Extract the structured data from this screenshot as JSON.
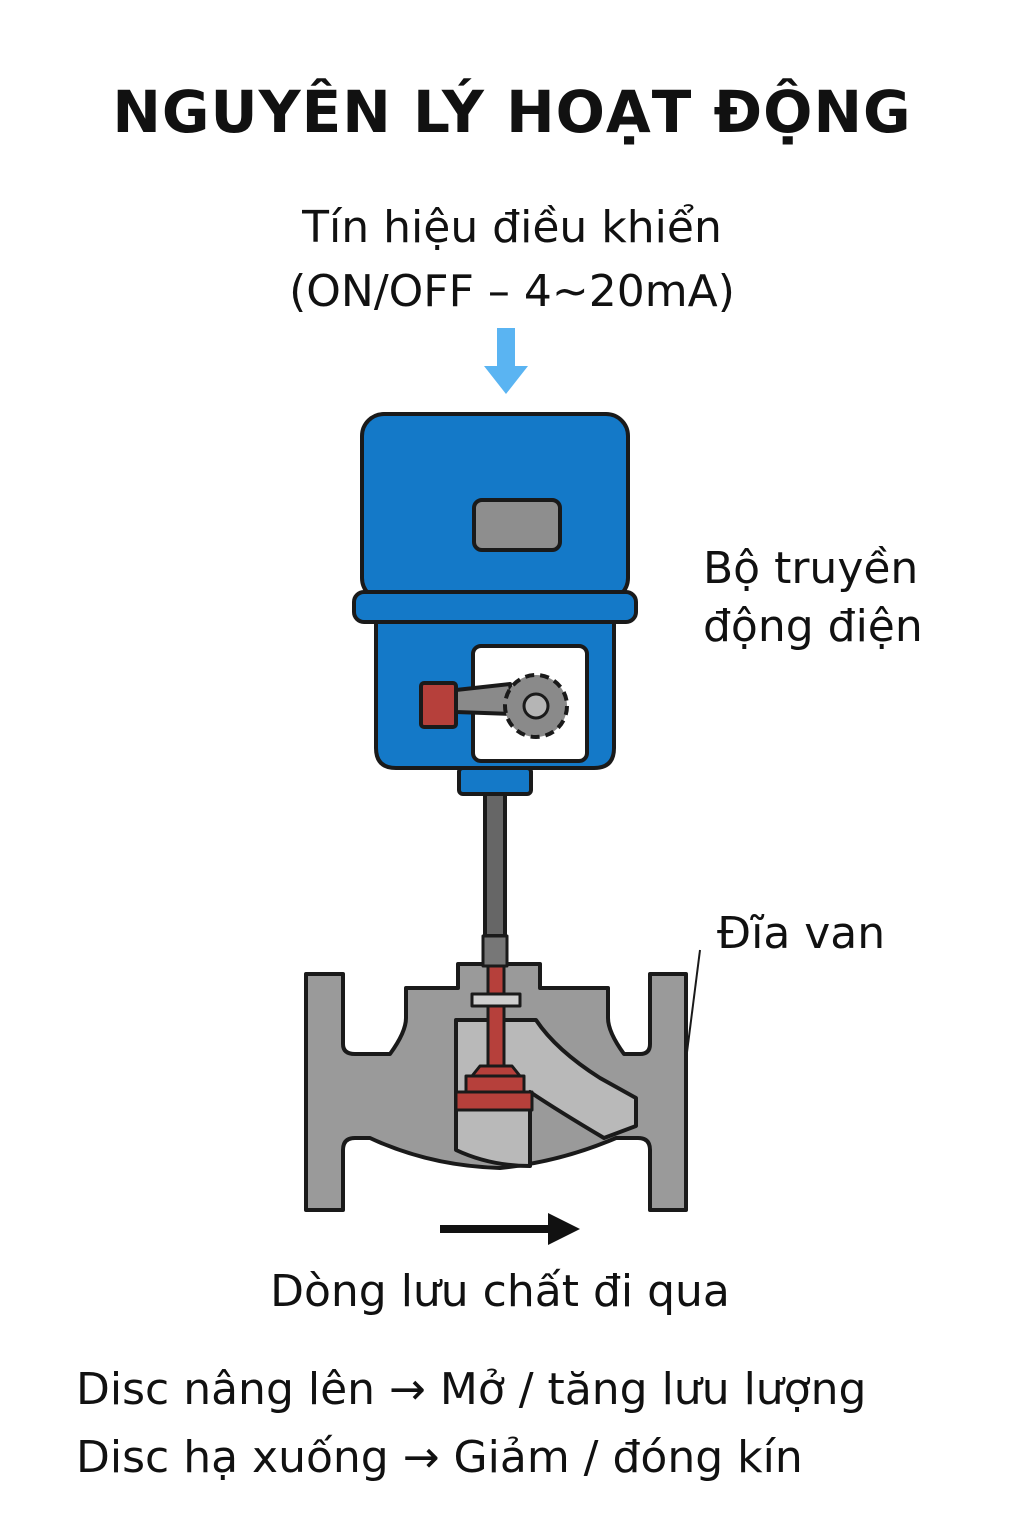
{
  "title": "NGUYÊN LÝ HOẠT ĐỘNG",
  "signal": {
    "line1": "Tín hiệu điều khiển",
    "line2": "(ON/OFF – 4~20mA)"
  },
  "labels": {
    "actuator_line1": "Bộ truyền",
    "actuator_line2": "động điện",
    "disc": "Đĩa van",
    "flow": "Dòng lưu chất đi qua"
  },
  "notes": [
    "Disc nâng lên → Mở / tăng lưu lượng",
    "Disc hạ xuống → Giảm / đóng kín"
  ],
  "colors": {
    "actuator_blue": "#1479c8",
    "signal_arrow": "#5ab4f2",
    "disc_red": "#b6403b",
    "body_gray": "#9a9a9a",
    "outline": "#1a1a1a"
  }
}
